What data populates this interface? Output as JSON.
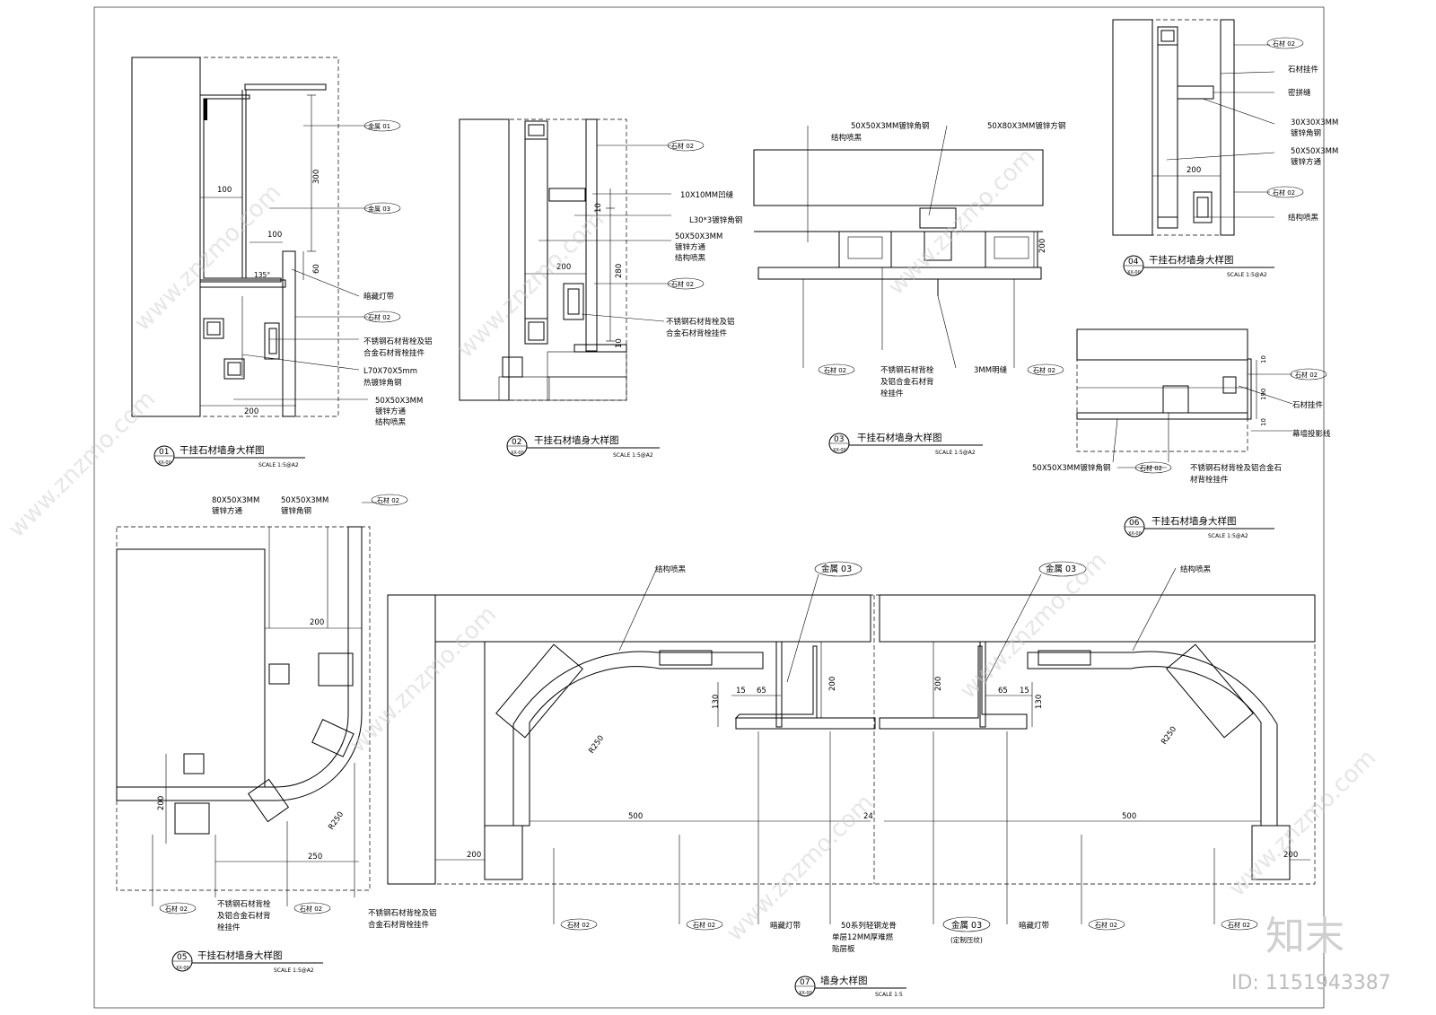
{
  "sheet": {
    "brand": "知末",
    "id_label": "ID: 1151943387",
    "watermark": "www.znzmo.com"
  },
  "details": [
    {
      "num": "01",
      "ref": "XX-00",
      "title": "干挂石材墙身大样图",
      "scale": "SCALE 1:5@A2",
      "labels": [
        "金属 01",
        "金属 03",
        "暗藏灯带",
        "石材 02",
        "不锈钢石材背栓及铝",
        "合金石材背栓挂件",
        "L70X70X5mm",
        "热镀锌角钢",
        "50X50X3MM",
        "镀锌方通",
        "结构喷黑"
      ],
      "dims": [
        "100",
        "100",
        "300",
        "60",
        "135°",
        "200"
      ]
    },
    {
      "num": "02",
      "ref": "XX-00",
      "title": "干挂石材墙身大样图",
      "scale": "SCALE 1:5@A2",
      "labels": [
        "石材 02",
        "10X10MM凹缝",
        "L30*3镀锌角钢",
        "50X50X3MM",
        "镀锌方通",
        "结构喷黑",
        "石材 02",
        "不锈钢石材背栓及铝",
        "合金石材背栓挂件"
      ],
      "dims": [
        "10",
        "200",
        "280",
        "10"
      ]
    },
    {
      "num": "03",
      "ref": "XX-00",
      "title": "干挂石材墙身大样图",
      "scale": "SCALE 1:5@A2",
      "labels": [
        "50X50X3MM镀锌角钢",
        "结构喷黑",
        "50X80X3MM镀锌方钢",
        "石材 02",
        "不锈钢石材背栓",
        "及铝合金石材背",
        "栓挂件",
        "3MM明缝",
        "石材 02"
      ],
      "dims": [
        "200"
      ]
    },
    {
      "num": "04",
      "ref": "XX-00",
      "title": "干挂石材墙身大样图",
      "scale": "SCALE 1:5@A2",
      "labels": [
        "石材 02",
        "石材挂件",
        "密拼缝",
        "30X30X3MM",
        "镀锌角钢",
        "50X50X3MM",
        "镀锌方通",
        "石材 02",
        "结构喷黑"
      ],
      "dims": [
        "200"
      ]
    },
    {
      "num": "05",
      "ref": "XX-00",
      "title": "干挂石材墙身大样图",
      "scale": "SCALE 1:5@A2",
      "labels": [
        "80X50X3MM",
        "镀锌方通",
        "50X50X3MM",
        "镀锌角钢",
        "石材 02",
        "石材 02",
        "不锈钢石材背栓",
        "及铝合金石材背",
        "栓挂件",
        "石材 02",
        "不锈钢石材背栓及铝",
        "合金石材背栓挂件"
      ],
      "dims": [
        "200",
        "200",
        "R250",
        "250"
      ]
    },
    {
      "num": "06",
      "ref": "XX-00",
      "title": "干挂石材墙身大样图",
      "scale": "SCALE 1:5@A2",
      "labels": [
        "石材 02",
        "石材挂件",
        "幕墙投影线",
        "50X50X3MM镀锌角钢",
        "石材 02",
        "不锈钢石材背栓及铝合金石",
        "材背栓挂件"
      ],
      "dims": [
        "10",
        "190",
        "10"
      ]
    },
    {
      "num": "07",
      "ref": "XX-00",
      "title": "墙身大样图",
      "scale": "SCALE 1:5",
      "labels": [
        "结构喷黑",
        "金属 03",
        "金属 03",
        "结构喷黑",
        "石材 02",
        "石材 02",
        "暗藏灯带",
        "50系列轻钢龙骨",
        "单层12MM厚难燃",
        "贴层板",
        "金属 03",
        "(定制压纹)",
        "暗藏灯带",
        "石材 02",
        "石材 02"
      ],
      "dims": [
        "200",
        "R250",
        "500",
        "15",
        "65",
        "130",
        "200",
        "200",
        "65",
        "15",
        "130",
        "R250",
        "500",
        "200",
        "24"
      ]
    }
  ]
}
